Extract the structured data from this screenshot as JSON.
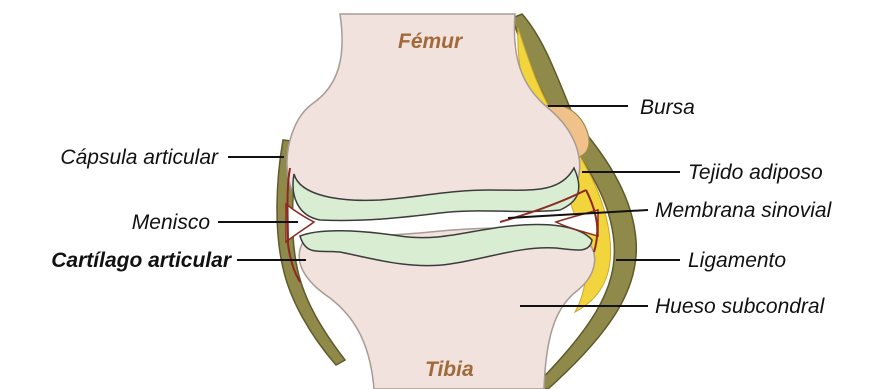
{
  "bones": {
    "femur": "Fémur",
    "tibia": "Tibia"
  },
  "labels": {
    "capsula": "Cápsula articular",
    "menisco": "Menisco",
    "cartilago": "Cartílago articular",
    "bursa": "Bursa",
    "tejido": "Tejido adiposo",
    "membrana": "Membrana sinovial",
    "ligamento": "Ligamento",
    "hueso": "Hueso subcondral"
  },
  "colors": {
    "bone": "#F2E2DE",
    "capsule": "#8F8A4A",
    "cartilage": "#D9EDD2",
    "fat": "#F2D53C",
    "bursa": "#F0C189",
    "synovial": "#8C2A22",
    "bone_label": "#A06A3A"
  }
}
